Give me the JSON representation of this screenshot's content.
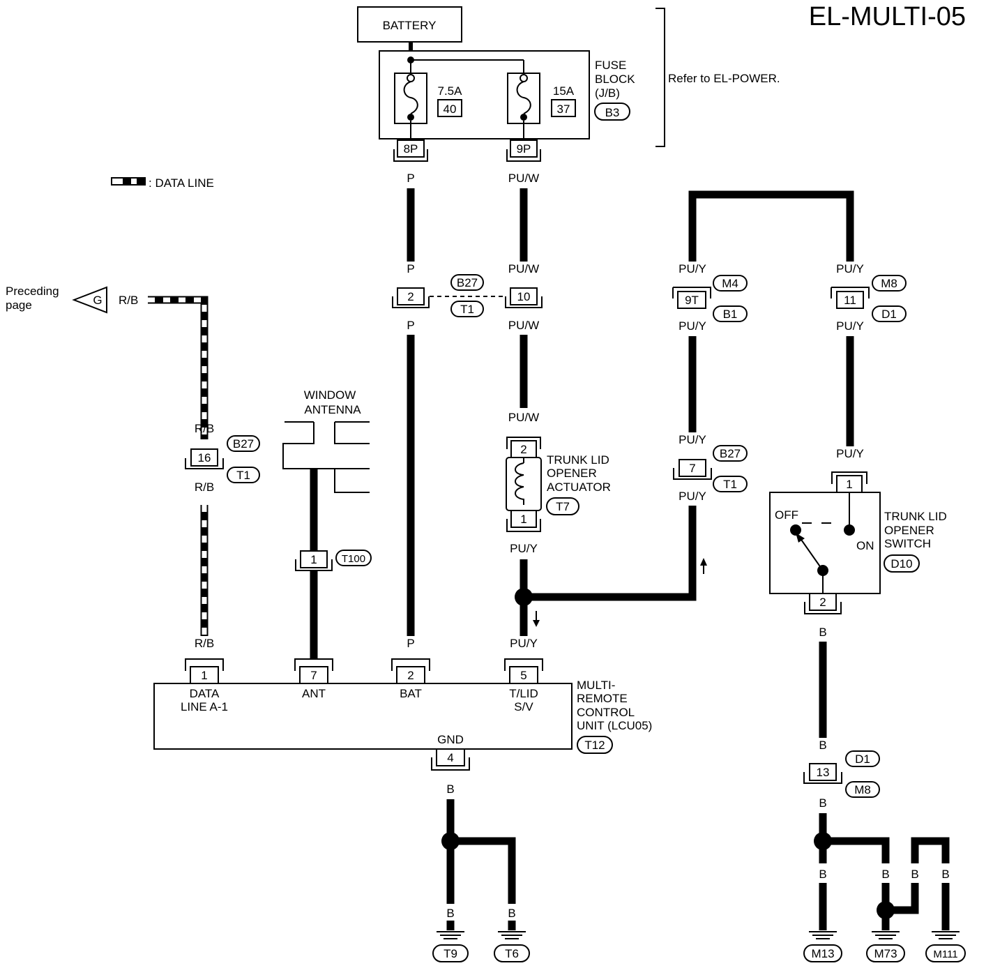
{
  "title": "EL-MULTI-05",
  "battery": "BATTERY",
  "fuse_block": {
    "label": [
      "FUSE",
      "BLOCK",
      "(J/B)"
    ],
    "code": "B3",
    "fuses": [
      {
        "rating": "7.5A",
        "number": "40",
        "terminal": "8P"
      },
      {
        "rating": "15A",
        "number": "37",
        "terminal": "9P"
      }
    ]
  },
  "refer": "Refer to EL-POWER.",
  "legend": ": DATA LINE",
  "preceding": {
    "text": [
      "Preceding",
      "page"
    ],
    "connector": "G",
    "wire": "R/B"
  },
  "window_antenna": [
    "WINDOW",
    "ANTENNA"
  ],
  "connectors": {
    "b27_16": {
      "pin": "16",
      "codes": [
        "B27",
        "T1"
      ]
    },
    "b27_2_10": {
      "pins": [
        "2",
        "10"
      ],
      "codes": [
        "B27",
        "T1"
      ]
    },
    "t100": {
      "pin": "1",
      "code": "T100"
    },
    "m4_9t": {
      "pin": "9T",
      "codes": [
        "M4",
        "B1"
      ]
    },
    "m8_11": {
      "pin": "11",
      "codes": [
        "M8",
        "D1"
      ]
    },
    "b27_7": {
      "pin": "7",
      "codes": [
        "B27",
        "T1"
      ]
    },
    "d1_13": {
      "pin": "13",
      "codes": [
        "D1",
        "M8"
      ]
    }
  },
  "actuator": {
    "label": [
      "TRUNK LID",
      "OPENER",
      "ACTUATOR"
    ],
    "code": "T7",
    "pins": [
      "2",
      "1"
    ]
  },
  "switch": {
    "label": [
      "TRUNK LID",
      "OPENER",
      "SWITCH"
    ],
    "code": "D10",
    "off": "OFF",
    "on": "ON",
    "pins": [
      "1",
      "2"
    ]
  },
  "control_unit": {
    "label": [
      "MULTI-",
      "REMOTE",
      "CONTROL",
      "UNIT (LCU05)"
    ],
    "code": "T12",
    "terminals": [
      {
        "pin": "1",
        "name": [
          "DATA",
          "LINE A-1"
        ]
      },
      {
        "pin": "7",
        "name": [
          "ANT"
        ]
      },
      {
        "pin": "2",
        "name": [
          "BAT"
        ]
      },
      {
        "pin": "5",
        "name": [
          "T/LID",
          "S/V"
        ]
      }
    ],
    "gnd": {
      "pin": "4",
      "name": "GND"
    }
  },
  "wires": {
    "p": "P",
    "puw": "PU/W",
    "puy": "PU/Y",
    "rb": "R/B",
    "b": "B"
  },
  "grounds": [
    "T9",
    "T6",
    "M13",
    "M73",
    "M111"
  ]
}
